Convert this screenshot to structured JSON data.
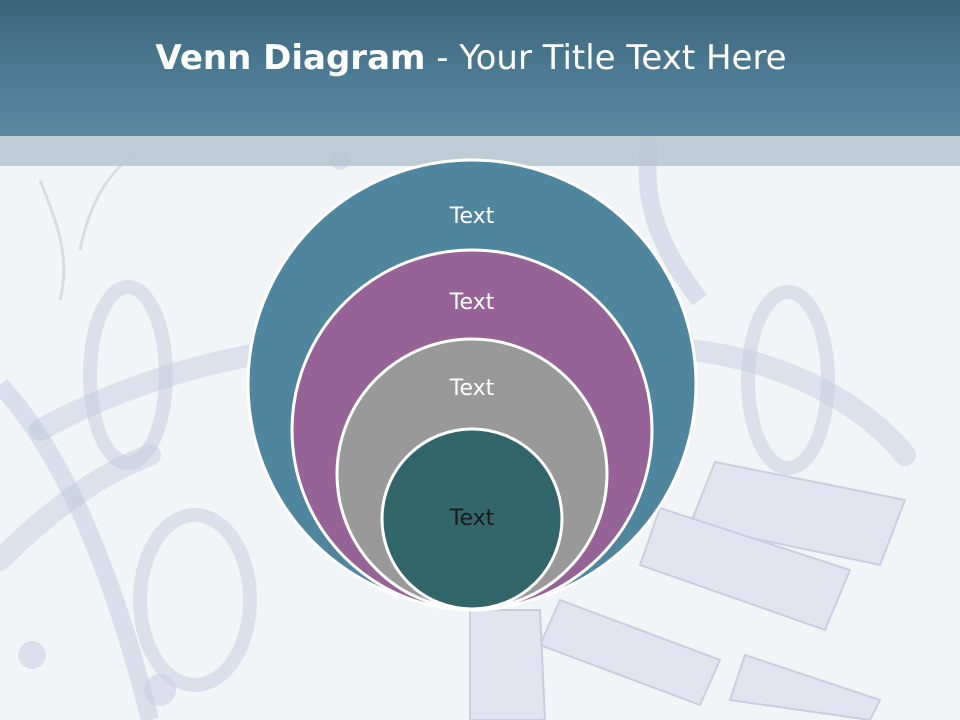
{
  "slide": {
    "title_bold": "Venn Diagram",
    "title_rest": " - Your Title Text Here"
  },
  "venn": {
    "circles": [
      {
        "label": "Text",
        "color": "#4f869e"
      },
      {
        "label": "Text",
        "color": "#966396"
      },
      {
        "label": "Text",
        "color": "#999999"
      },
      {
        "label": "Text",
        "color": "#33666a"
      }
    ]
  },
  "colors": {
    "header": "#4d7b93",
    "band": "#b9c8d1",
    "background": "#f2f5f8"
  }
}
